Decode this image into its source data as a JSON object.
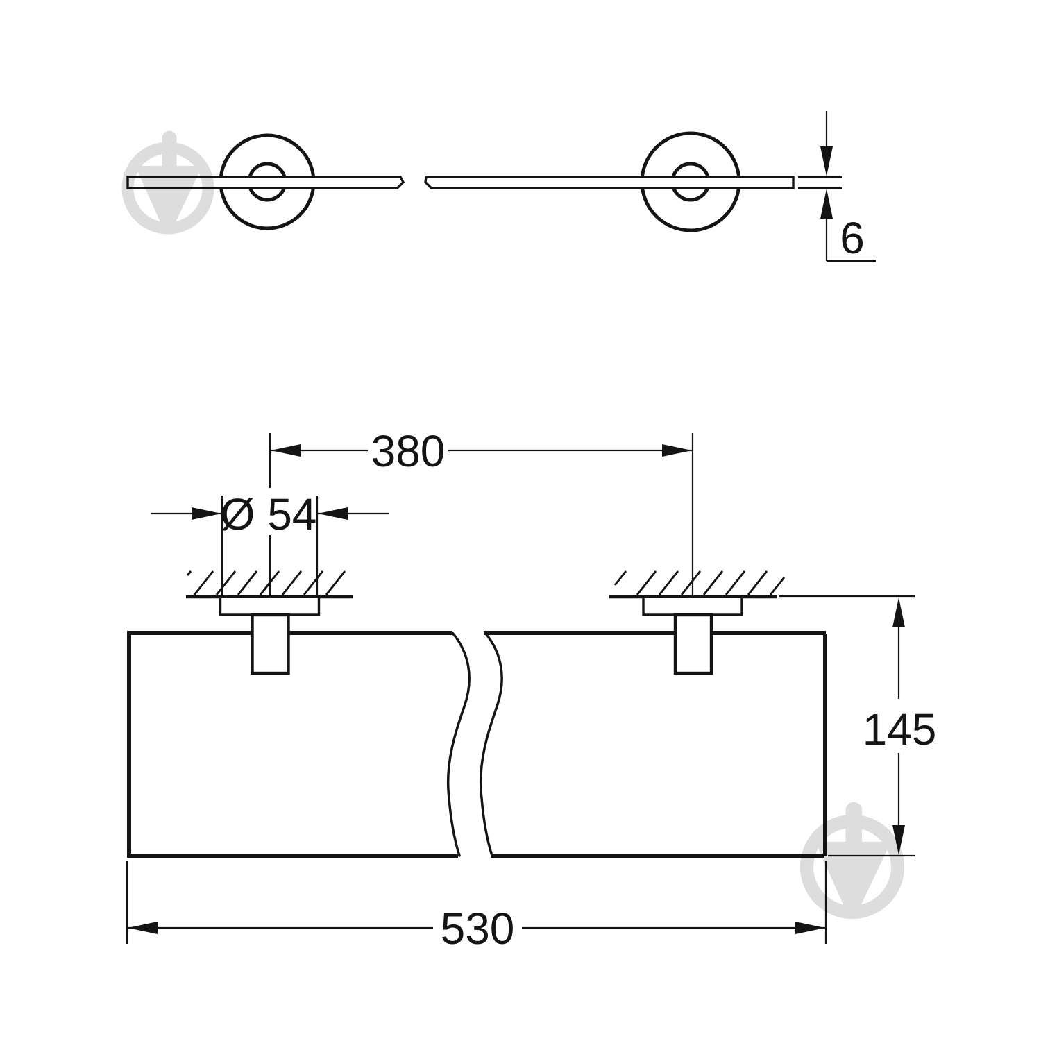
{
  "drawing": {
    "kind": "technical-dimension-drawing",
    "subject": "wall-mounted glass shelf, front view and plan view with break lines",
    "dimensions": {
      "glass_thickness": "6",
      "mount_spacing": "380",
      "mount_diameter": "Ø 54",
      "shelf_depth": "145",
      "shelf_width": "530"
    },
    "colors": {
      "line": "#141414",
      "background": "#ffffff",
      "watermark": "#000000",
      "watermark_opacity": "0.13"
    },
    "watermark": {
      "icon": "trowel-circle-icon",
      "count": "2"
    }
  }
}
